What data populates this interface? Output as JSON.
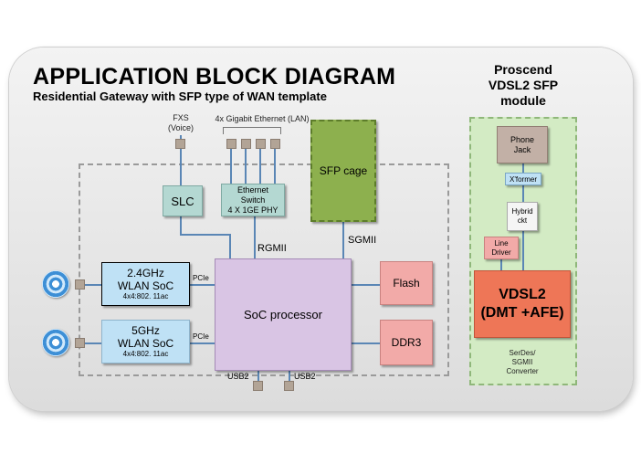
{
  "title": "APPLICATION BLOCK DIAGRAM",
  "subtitle": "Residential Gateway with SFP type of WAN template",
  "module_title": [
    "Proscend",
    "VDSL2 SFP",
    "module"
  ],
  "labels": {
    "fxs": [
      "FXS",
      "(Voice)"
    ],
    "lan": "4x Gigabit Ethernet (LAN)",
    "rgmii": "RGMII",
    "sgmii": "SGMII",
    "pcie_top": "PCIe",
    "pcie_bottom": "PCIe",
    "usb2_left": "USB2",
    "usb2_right": "USB2"
  },
  "blocks": {
    "slc": [
      "SLC"
    ],
    "ethernet_switch": [
      "Ethernet",
      "Switch",
      "4 X 1GE PHY"
    ],
    "sfp_cage": [
      "SFP cage"
    ],
    "wlan_24": [
      "2.4GHz",
      "WLAN SoC",
      "4x4:802. 11ac"
    ],
    "wlan_5": [
      "5GHz",
      "WLAN SoC",
      "4x4:802. 11ac"
    ],
    "soc": [
      "SoC processor"
    ],
    "flash": [
      "Flash"
    ],
    "ddr3": [
      "DDR3"
    ],
    "phone_jack": [
      "Phone",
      "Jack"
    ],
    "xformer": [
      "X'former"
    ],
    "hybrid": [
      "Hybrid",
      "ckt"
    ],
    "line_driver": [
      "Line",
      "Driver"
    ],
    "vdsl2": [
      "VDSL2",
      "(DMT +AFE)"
    ],
    "serdes": [
      "SerDes/",
      "SGMII",
      "Converter"
    ]
  },
  "colors": {
    "wire": "#5a86b5",
    "teal_block": "#b4d8d2",
    "blue_block": "#bfe1f5",
    "soc": "#d9c5e4",
    "memory": "#f2aaa8",
    "sfp": "#8db04e",
    "vdsl2": "#ee7657",
    "module_bg": "#d3ebc4",
    "phone_jack": "#c2b0a6"
  }
}
